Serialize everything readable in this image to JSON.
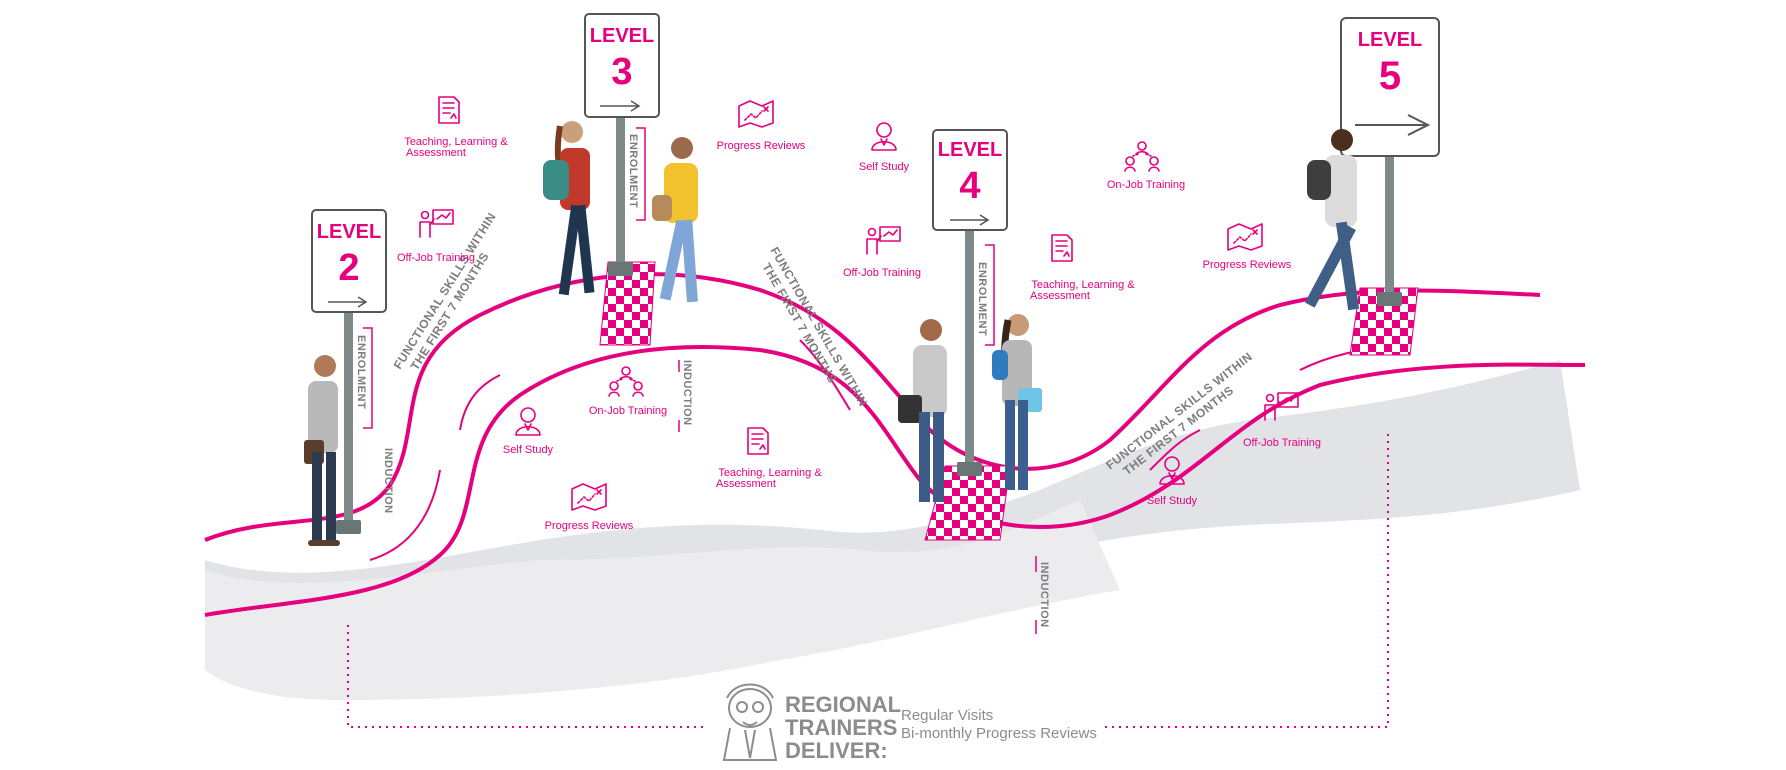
{
  "colors": {
    "accent": "#e5007e",
    "road_shadow": "#dedfe3",
    "post": "#7e8a8a",
    "text_grey": "#7d7d7d"
  },
  "signs": [
    {
      "word": "LEVEL",
      "number": "2"
    },
    {
      "word": "LEVEL",
      "number": "3"
    },
    {
      "word": "LEVEL",
      "number": "4"
    },
    {
      "word": "LEVEL",
      "number": "5"
    }
  ],
  "road_labels": {
    "enrolment": "ENROLMENT",
    "induction": "INDUCTION",
    "functional_line1": "FUNCTIONAL SKILLS WITHIN",
    "functional_line2": "THE FIRST 7 MONTHS"
  },
  "activities": {
    "teaching_line1": "Teaching, Learning &",
    "teaching_line2": "Assessment",
    "off_job": "Off-Job Training",
    "on_job": "On-Job Training",
    "self_study": "Self Study",
    "progress_reviews": "Progress Reviews"
  },
  "footer": {
    "title_lines": [
      "REGIONAL",
      "TRAINERS",
      "DELIVER:"
    ],
    "items": [
      "Regular Visits",
      "Bi-monthly Progress Reviews"
    ]
  }
}
